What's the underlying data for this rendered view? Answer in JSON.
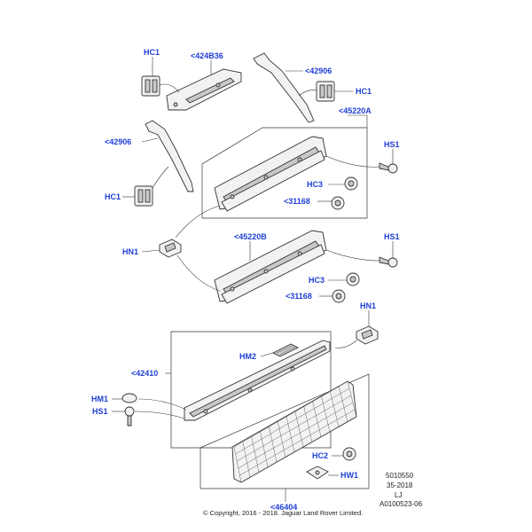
{
  "labels": {
    "hc1_a": "HC1",
    "p424b36": "<424B36",
    "p42906_a": "<42906",
    "hc1_b": "HC1",
    "p45220a": "<45220A",
    "p42906_b": "<42906",
    "hs1_a": "HS1",
    "hc3_a": "HC3",
    "p31168_a": "<31168",
    "hc1_c": "HC1",
    "hn1_a": "HN1",
    "p45220b": "<45220B",
    "hs1_b": "HS1",
    "hc3_b": "HC3",
    "p31168_b": "<31168",
    "hn1_b": "HN1",
    "hm2": "HM2",
    "p42410": "<42410",
    "hm1": "HM1",
    "hs1_c": "HS1",
    "hc2": "HC2",
    "hw1": "HW1",
    "p46404": "<46404"
  },
  "meta": {
    "code1": "5010550",
    "code2": "35-2018",
    "code3": "LJ",
    "code4": "A0100523-06"
  },
  "copyright": "© Copyright, 2016 - 2018. Jaguar Land Rover Limited.",
  "colors": {
    "callout": "#1f3fd6",
    "line": "#333333"
  }
}
